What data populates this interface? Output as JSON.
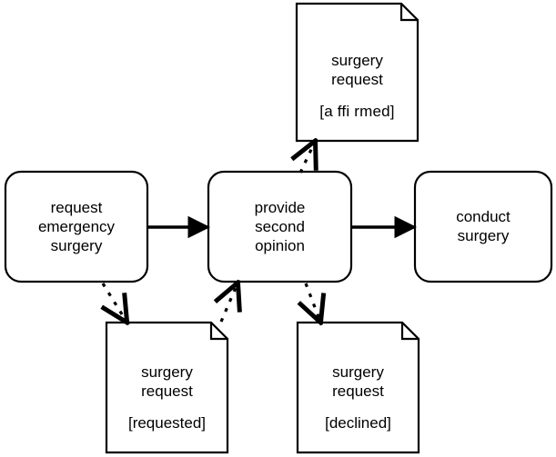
{
  "diagram": {
    "kind": "process-flow",
    "background_color": "#ffffff",
    "stroke_color": "#000000",
    "text_color": "#000000",
    "tasks": [
      {
        "id": "request-emergency-surgery",
        "label": "request\nemergency\nsurgery",
        "shape": "rounded-rectangle"
      },
      {
        "id": "provide-second-opinion",
        "label": "provide\nsecond\nopinion",
        "shape": "rounded-rectangle"
      },
      {
        "id": "conduct-surgery",
        "label": "conduct\nsurgery",
        "shape": "rounded-rectangle"
      }
    ],
    "documents": [
      {
        "id": "surgery-request-affirmed",
        "title": "surgery\nrequest",
        "state": "[a ffi rmed]",
        "shape": "document-folded-corner"
      },
      {
        "id": "surgery-request-requested",
        "title": "surgery\nrequest",
        "state": "[requested]",
        "shape": "document-folded-corner"
      },
      {
        "id": "surgery-request-declined",
        "title": "surgery\nrequest",
        "state": "[declined]",
        "shape": "document-folded-corner"
      }
    ],
    "sequence_flows": [
      {
        "id": "flow-request-to-provide",
        "from": "request-emergency-surgery",
        "to": "provide-second-opinion",
        "style": "solid",
        "arrowhead": "filled-triangle"
      },
      {
        "id": "flow-provide-to-conduct",
        "from": "provide-second-opinion",
        "to": "conduct-surgery",
        "style": "solid",
        "arrowhead": "filled-triangle"
      }
    ],
    "data_associations": [
      {
        "id": "assoc-request-to-requested",
        "from": "request-emergency-surgery",
        "to": "surgery-request-requested",
        "style": "dashed",
        "arrowhead": "open"
      },
      {
        "id": "assoc-requested-to-provide",
        "from": "surgery-request-requested",
        "to": "provide-second-opinion",
        "style": "dashed",
        "arrowhead": "open"
      },
      {
        "id": "assoc-provide-to-affirmed",
        "from": "provide-second-opinion",
        "to": "surgery-request-affirmed",
        "style": "dashed",
        "arrowhead": "open"
      },
      {
        "id": "assoc-provide-to-declined",
        "from": "provide-second-opinion",
        "to": "surgery-request-declined",
        "style": "dashed",
        "arrowhead": "open"
      }
    ]
  }
}
